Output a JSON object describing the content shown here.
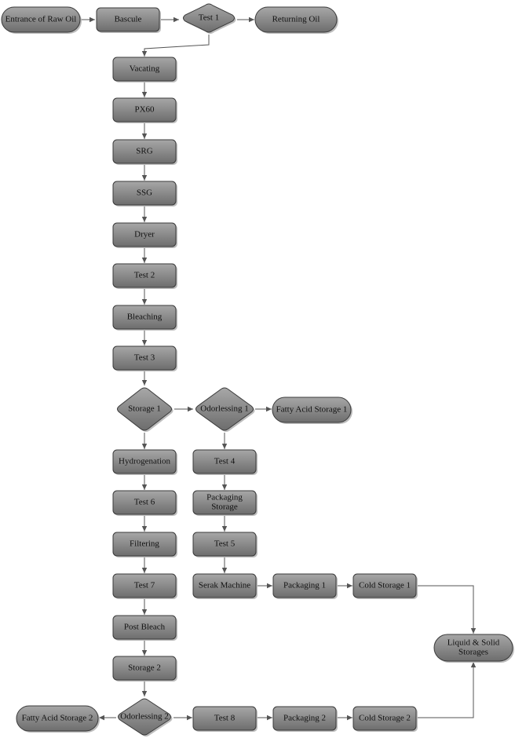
{
  "diagram": {
    "colors": {
      "fill_light": "#a7a7a7",
      "fill_dark": "#6d6d6d",
      "stroke": "#3a3a3a",
      "shadow": "#bdbdbd",
      "edge": "#555555",
      "text": "#111111"
    },
    "nodes": [
      {
        "id": "entrance",
        "shape": "terminal",
        "label": "Entrance of Raw Oil"
      },
      {
        "id": "bascule",
        "shape": "process",
        "label": "Bascule"
      },
      {
        "id": "test1",
        "shape": "decision",
        "label": "Test 1"
      },
      {
        "id": "returning",
        "shape": "terminal",
        "label": "Returning Oil"
      },
      {
        "id": "vacating",
        "shape": "process",
        "label": "Vacating"
      },
      {
        "id": "px60",
        "shape": "process",
        "label": "PX60"
      },
      {
        "id": "srg",
        "shape": "process",
        "label": "SRG"
      },
      {
        "id": "ssg",
        "shape": "process",
        "label": "SSG"
      },
      {
        "id": "dryer",
        "shape": "process",
        "label": "Dryer"
      },
      {
        "id": "test2",
        "shape": "process",
        "label": "Test 2"
      },
      {
        "id": "bleaching",
        "shape": "process",
        "label": "Bleaching"
      },
      {
        "id": "test3",
        "shape": "process",
        "label": "Test 3"
      },
      {
        "id": "storage1",
        "shape": "decision",
        "label": "Storage 1"
      },
      {
        "id": "odorless1",
        "shape": "decision",
        "label": "Odorlessing 1"
      },
      {
        "id": "fatty1",
        "shape": "terminal",
        "label": "Fatty Acid Storage 1"
      },
      {
        "id": "hydro",
        "shape": "process",
        "label": "Hydrogenation"
      },
      {
        "id": "test6",
        "shape": "process",
        "label": "Test 6"
      },
      {
        "id": "filtering",
        "shape": "process",
        "label": "Filtering"
      },
      {
        "id": "test7",
        "shape": "process",
        "label": "Test 7"
      },
      {
        "id": "postbleach",
        "shape": "process",
        "label": "Post Bleach"
      },
      {
        "id": "storage2",
        "shape": "process",
        "label": "Storage 2"
      },
      {
        "id": "odorless2",
        "shape": "decision",
        "label": "Odorlessing 2"
      },
      {
        "id": "fatty2",
        "shape": "terminal",
        "label": "Fatty Acid Storage 2"
      },
      {
        "id": "test8",
        "shape": "process",
        "label": "Test 8"
      },
      {
        "id": "pack2",
        "shape": "process",
        "label": "Packaging 2"
      },
      {
        "id": "cold2",
        "shape": "process",
        "label": "Cold Storage 2"
      },
      {
        "id": "test4",
        "shape": "process",
        "label": "Test 4"
      },
      {
        "id": "packstore",
        "shape": "process",
        "label": [
          "Packaging",
          "Storage"
        ]
      },
      {
        "id": "test5",
        "shape": "process",
        "label": "Test 5"
      },
      {
        "id": "serak",
        "shape": "process",
        "label": "Serak Machine"
      },
      {
        "id": "pack1",
        "shape": "process",
        "label": "Packaging 1"
      },
      {
        "id": "cold1",
        "shape": "process",
        "label": "Cold Storage 1"
      },
      {
        "id": "liquid",
        "shape": "terminal",
        "label": [
          "Liquid & Solid",
          "Storages"
        ]
      }
    ],
    "edges": [
      {
        "from": "entrance",
        "to": "bascule"
      },
      {
        "from": "bascule",
        "to": "test1"
      },
      {
        "from": "test1",
        "to": "returning"
      },
      {
        "from": "test1",
        "to": "vacating"
      },
      {
        "from": "vacating",
        "to": "px60"
      },
      {
        "from": "px60",
        "to": "srg"
      },
      {
        "from": "srg",
        "to": "ssg"
      },
      {
        "from": "ssg",
        "to": "dryer"
      },
      {
        "from": "dryer",
        "to": "test2"
      },
      {
        "from": "test2",
        "to": "bleaching"
      },
      {
        "from": "bleaching",
        "to": "test3"
      },
      {
        "from": "test3",
        "to": "storage1"
      },
      {
        "from": "storage1",
        "to": "odorless1"
      },
      {
        "from": "odorless1",
        "to": "fatty1"
      },
      {
        "from": "storage1",
        "to": "hydro"
      },
      {
        "from": "hydro",
        "to": "test6"
      },
      {
        "from": "test6",
        "to": "filtering"
      },
      {
        "from": "filtering",
        "to": "test7"
      },
      {
        "from": "test7",
        "to": "postbleach"
      },
      {
        "from": "postbleach",
        "to": "storage2"
      },
      {
        "from": "storage2",
        "to": "odorless2"
      },
      {
        "from": "odorless2",
        "to": "fatty2"
      },
      {
        "from": "odorless2",
        "to": "test8"
      },
      {
        "from": "test8",
        "to": "pack2"
      },
      {
        "from": "pack2",
        "to": "cold2"
      },
      {
        "from": "cold2",
        "to": "liquid"
      },
      {
        "from": "odorless1",
        "to": "test4"
      },
      {
        "from": "test4",
        "to": "packstore"
      },
      {
        "from": "packstore",
        "to": "test5"
      },
      {
        "from": "test5",
        "to": "serak"
      },
      {
        "from": "serak",
        "to": "pack1"
      },
      {
        "from": "pack1",
        "to": "cold1"
      },
      {
        "from": "cold1",
        "to": "liquid"
      }
    ]
  }
}
